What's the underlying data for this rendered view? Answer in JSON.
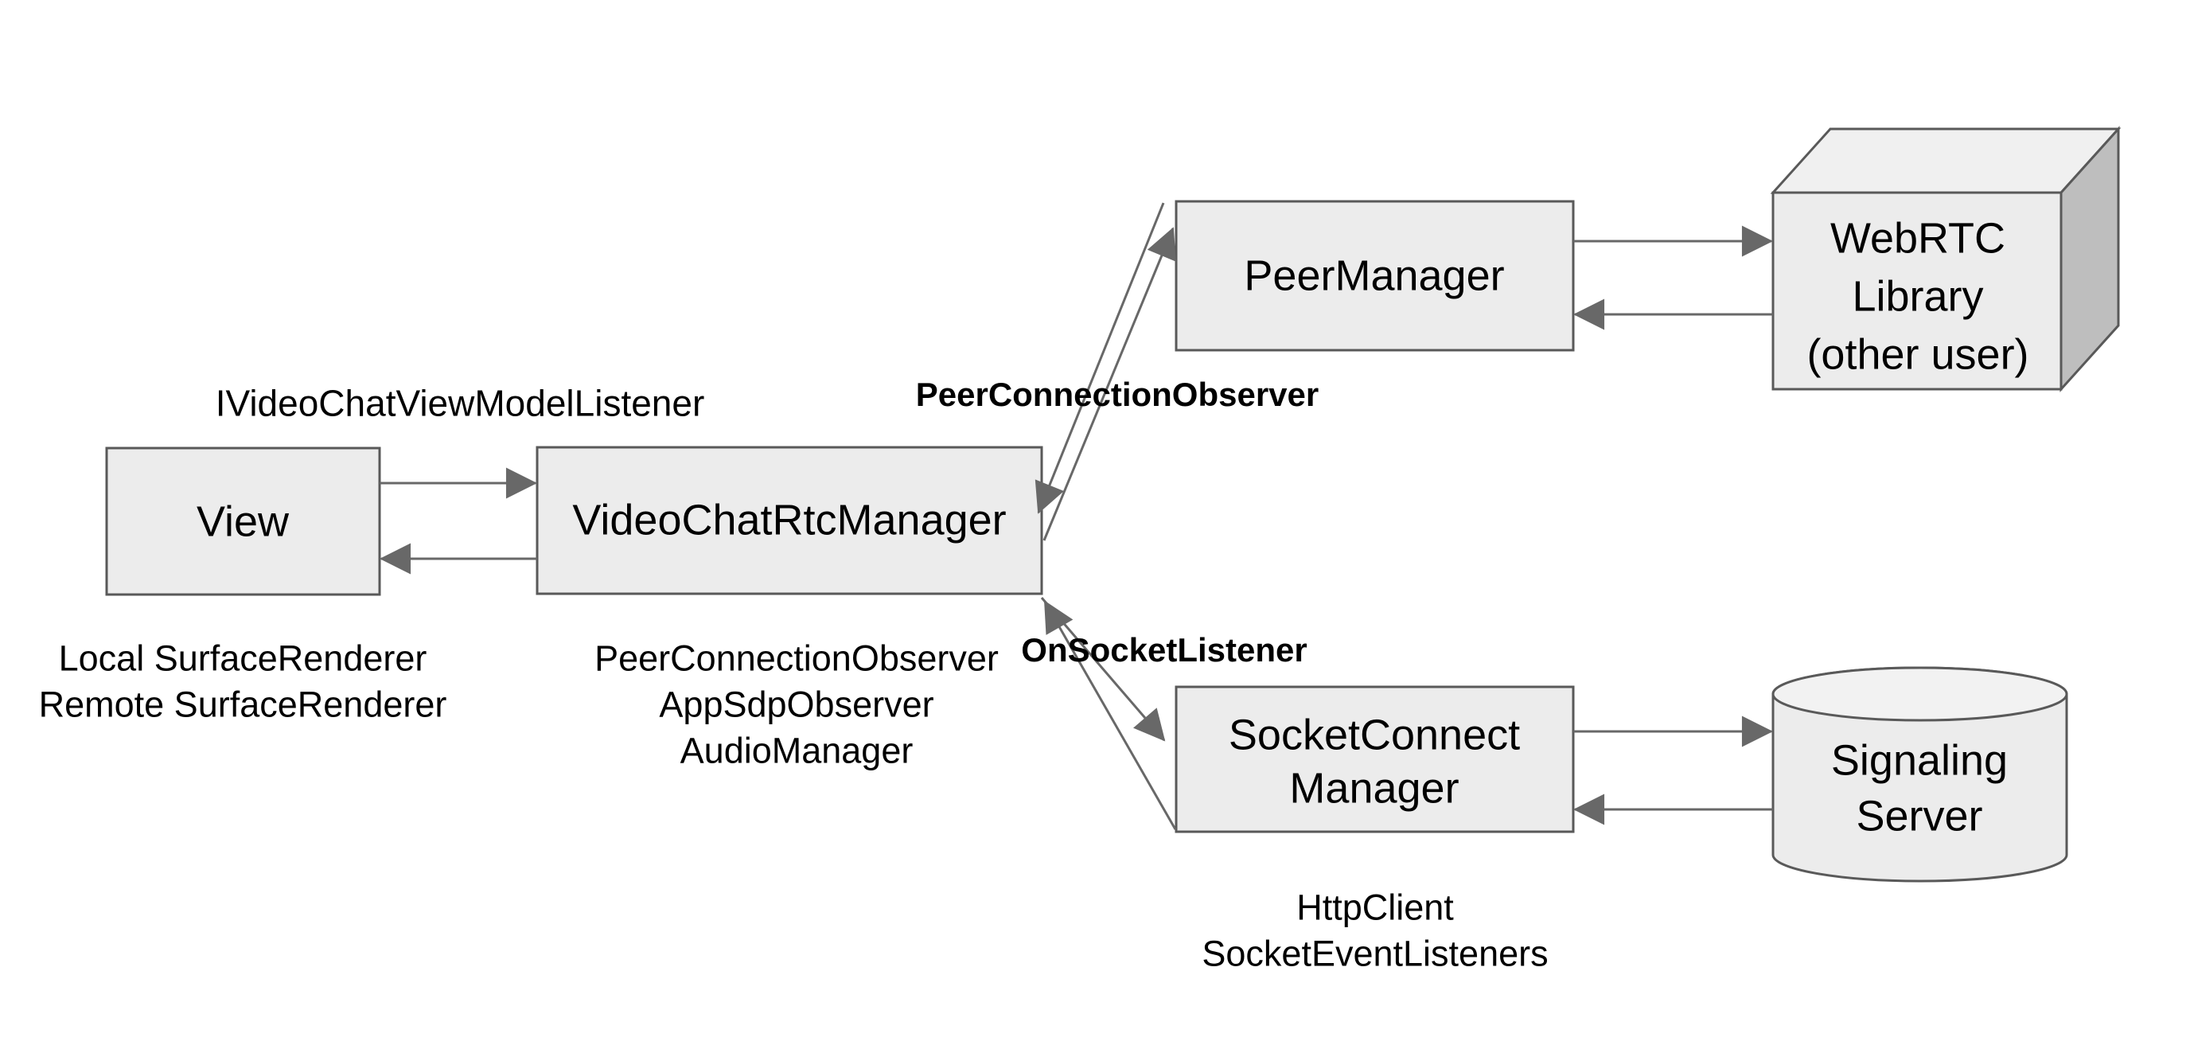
{
  "diagram": {
    "colors": {
      "background": "#ffffff",
      "text": "#000000",
      "node_fill": "#ececec",
      "node_border": "#595959",
      "arrow": "#686868",
      "cube_top": "#f0f0f0",
      "cube_side": "#bebebe",
      "cylinder_top": "#f2f2f2"
    },
    "nodes": {
      "view": {
        "label": "View",
        "sublabels": [
          "Local SurfaceRenderer",
          "Remote SurfaceRenderer"
        ]
      },
      "video_chat_rtc_manager": {
        "label": "VideoChatRtcManager",
        "sublabels": [
          "PeerConnectionObserver",
          "AppSdpObserver",
          "AudioManager"
        ]
      },
      "peer_manager": {
        "label": "PeerManager"
      },
      "webrtc_library": {
        "label_lines": [
          "WebRTC",
          "Library",
          "(other user)"
        ]
      },
      "socket_connect_manager": {
        "label_lines": [
          "SocketConnect",
          "Manager"
        ],
        "sublabels": [
          "HttpClient",
          "SocketEventListeners"
        ]
      },
      "signaling_server": {
        "label_lines": [
          "Signaling",
          "Server"
        ]
      }
    },
    "edge_labels": {
      "view_to_manager_interface": "IVideoChatViewModelListener",
      "peer_connection_observer": "PeerConnectionObserver",
      "on_socket_listener": "OnSocketListener"
    }
  }
}
